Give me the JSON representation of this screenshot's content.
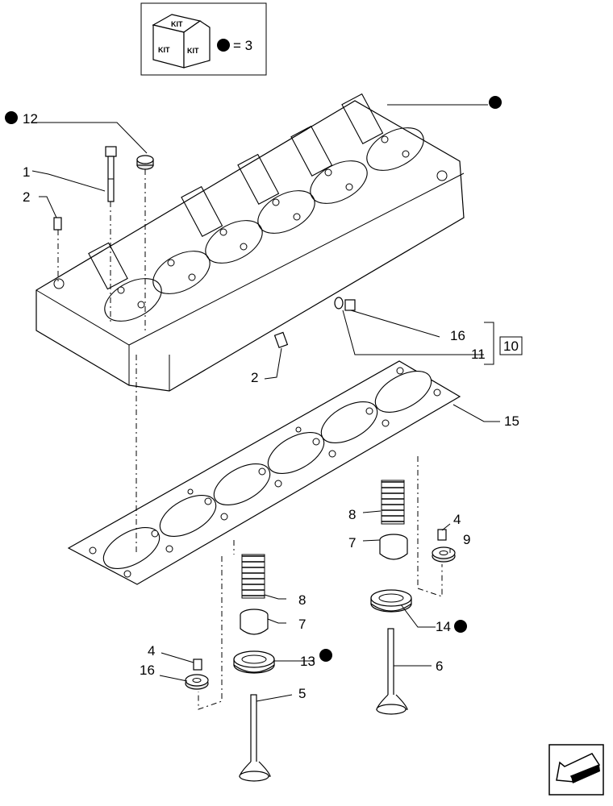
{
  "kit_box": {
    "faces": [
      "KIT",
      "KIT",
      "KIT"
    ],
    "equals_text": "= 3"
  },
  "labels": {
    "l1": "1",
    "l2a": "2",
    "l2b": "2",
    "l4a": "4",
    "l4b": "4",
    "l5": "5",
    "l6": "6",
    "l7a": "7",
    "l7b": "7",
    "l8a": "8",
    "l8b": "8",
    "l9": "9",
    "l10": "10",
    "l11": "11",
    "l12": "12",
    "l13": "13",
    "l14": "14",
    "l15": "15",
    "l16a": "16",
    "l16b": "16"
  },
  "icons": {
    "kit": "kit-cube-icon",
    "bullet": "filled-circle-icon",
    "nav": "arrow-left-down-icon"
  }
}
